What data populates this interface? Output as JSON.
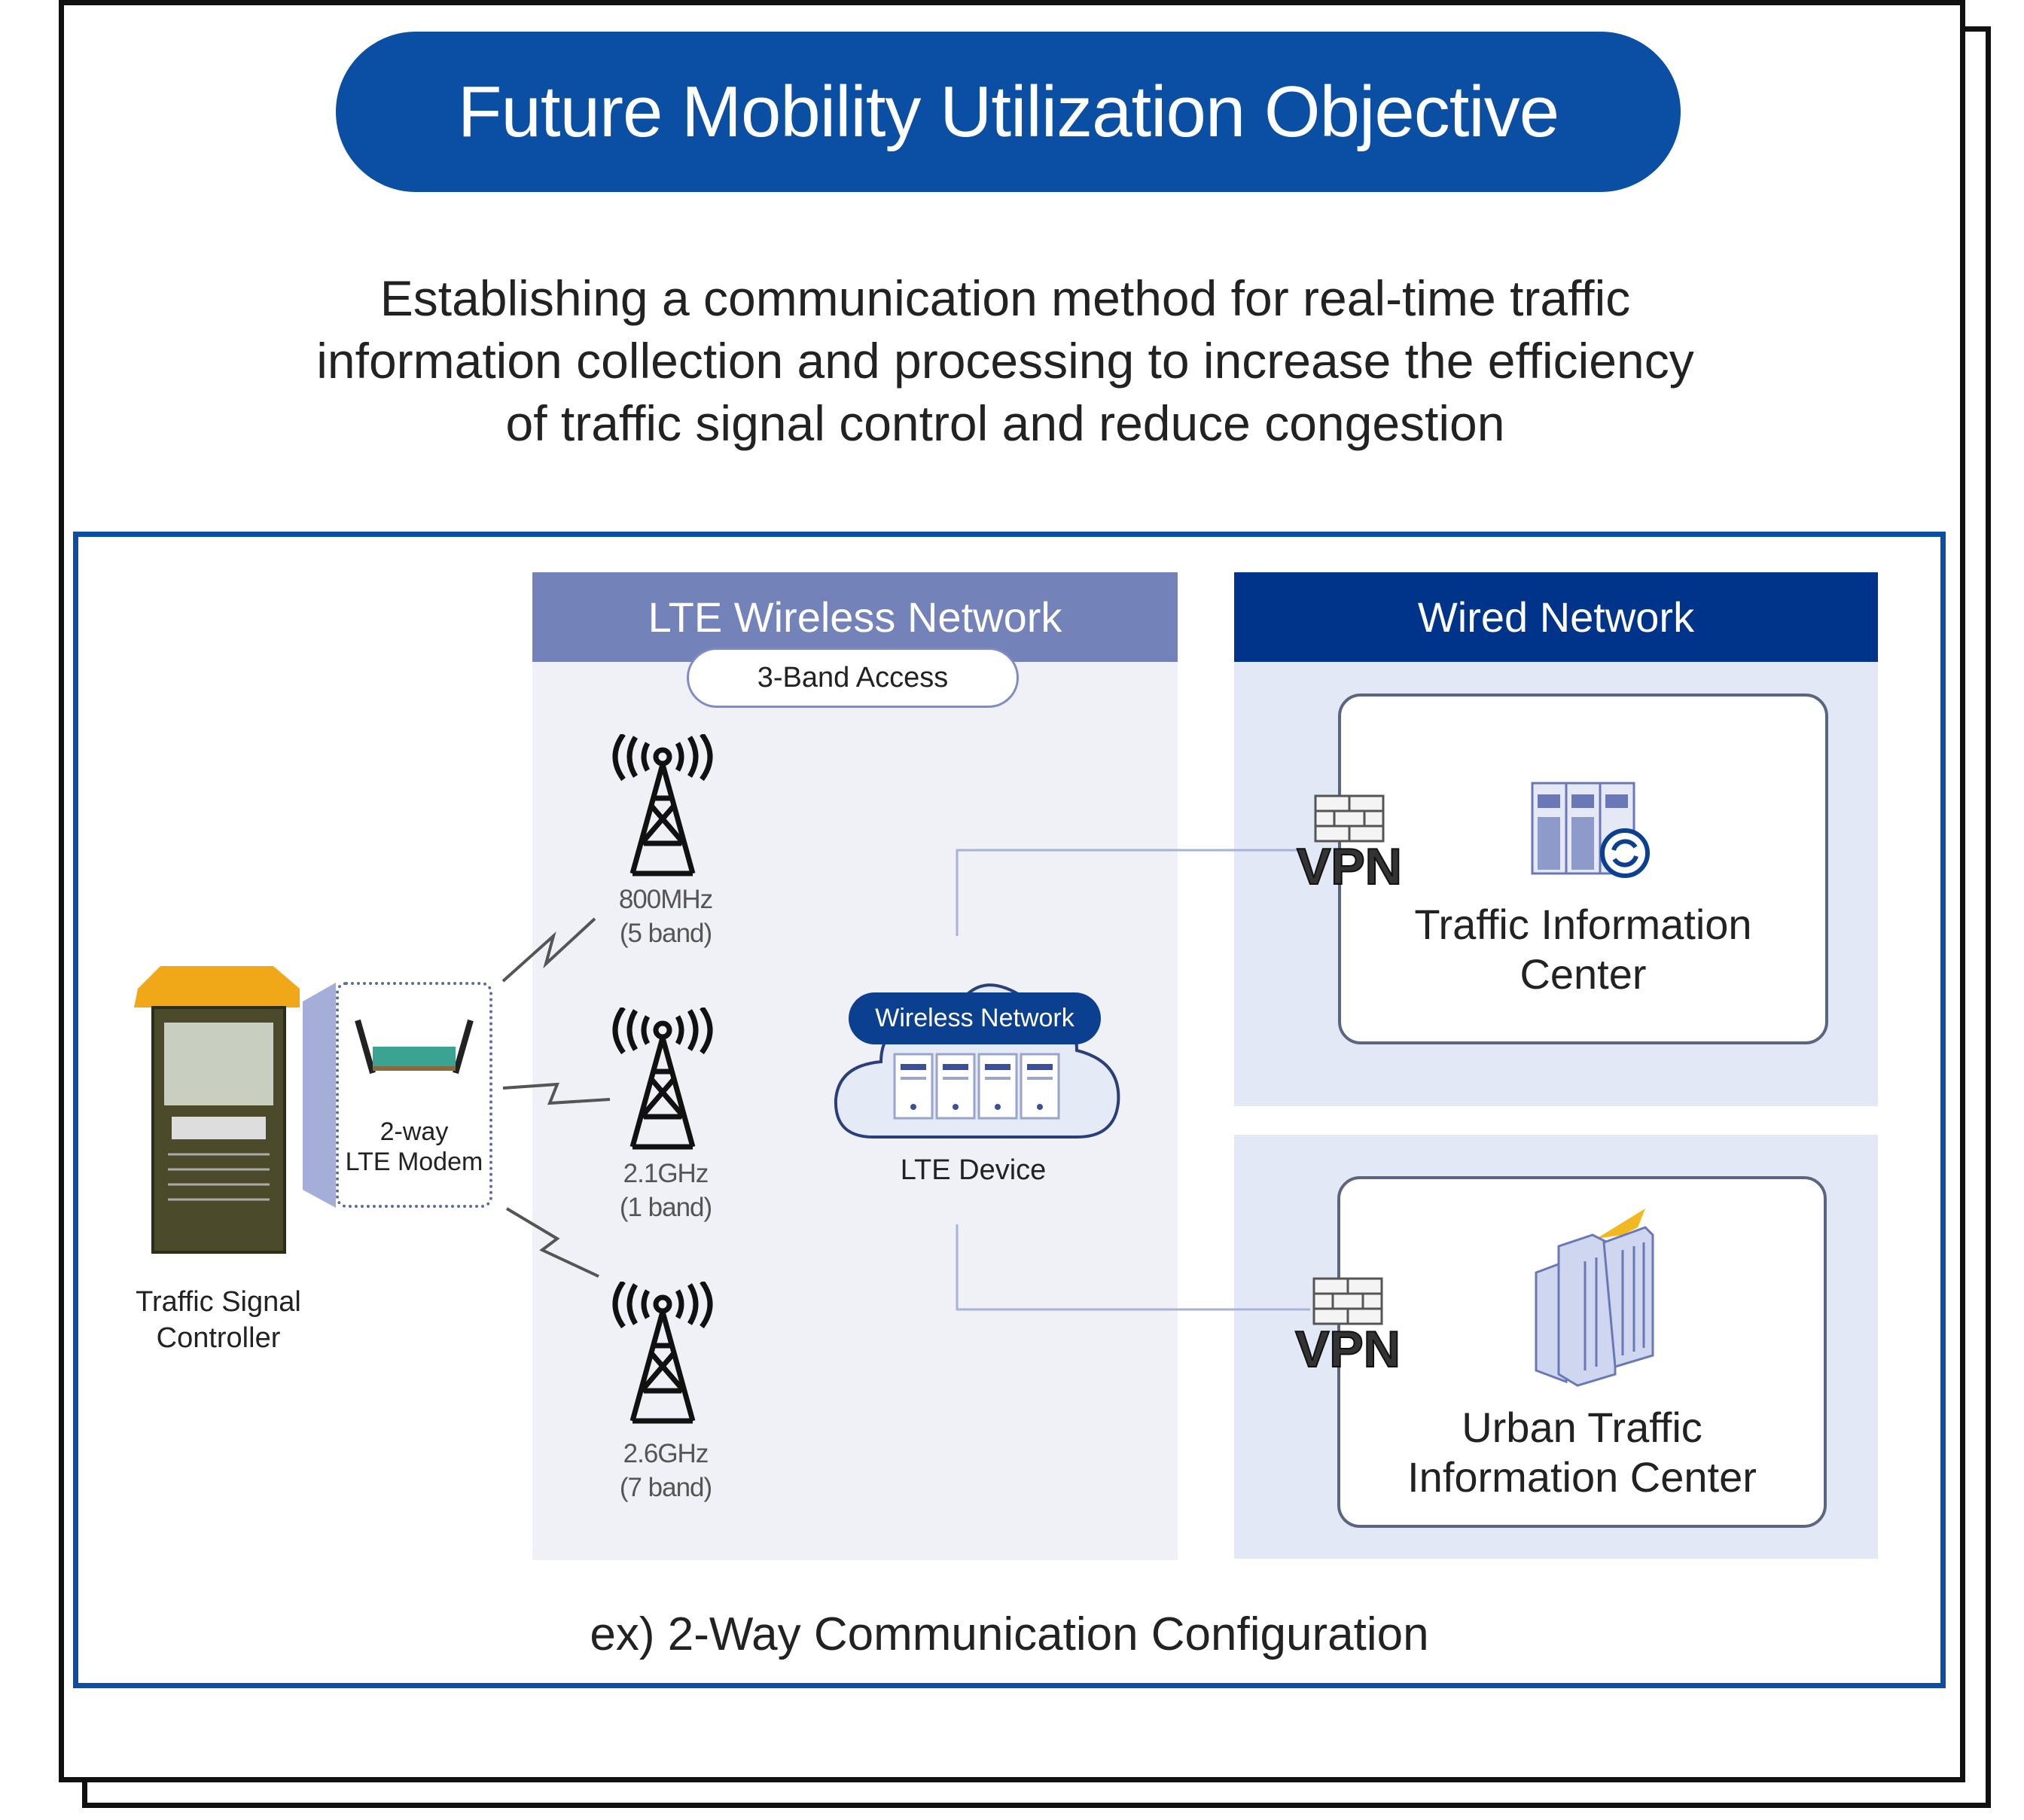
{
  "title": "Future Mobility Utilization Objective",
  "description_lines": [
    "Establishing a communication method for real-time traffic",
    "information collection and processing to increase the efficiency",
    "of traffic signal control and reduce congestion"
  ],
  "lte_panel": {
    "header": "LTE Wireless Network",
    "band_access": "3-Band Access",
    "towers": [
      {
        "freq": "800MHz",
        "band": "(5 band)"
      },
      {
        "freq": "2.1GHz",
        "band": "(1 band)"
      },
      {
        "freq": "2.6GHz",
        "band": "(7 band)"
      }
    ],
    "cloud_label": "Wireless Network",
    "device_label": "LTE Device"
  },
  "wired_panel": {
    "header": "Wired Network",
    "vpn_label": "VPN",
    "centers": [
      {
        "line1": "Traffic Information",
        "line2": "Center"
      },
      {
        "line1": "Urban Traffic",
        "line2": "Information Center"
      }
    ]
  },
  "controller": {
    "line1": "Traffic Signal",
    "line2": "Controller"
  },
  "modem": {
    "line1": "2-way",
    "line2": "LTE Modem"
  },
  "caption": "ex) 2-Way Communication Configuration",
  "colors": {
    "primary": "#0a4fa3",
    "lte_header": "#7382b8",
    "wired_header": "#00338a",
    "panel_bg": "#e2e8f6"
  }
}
